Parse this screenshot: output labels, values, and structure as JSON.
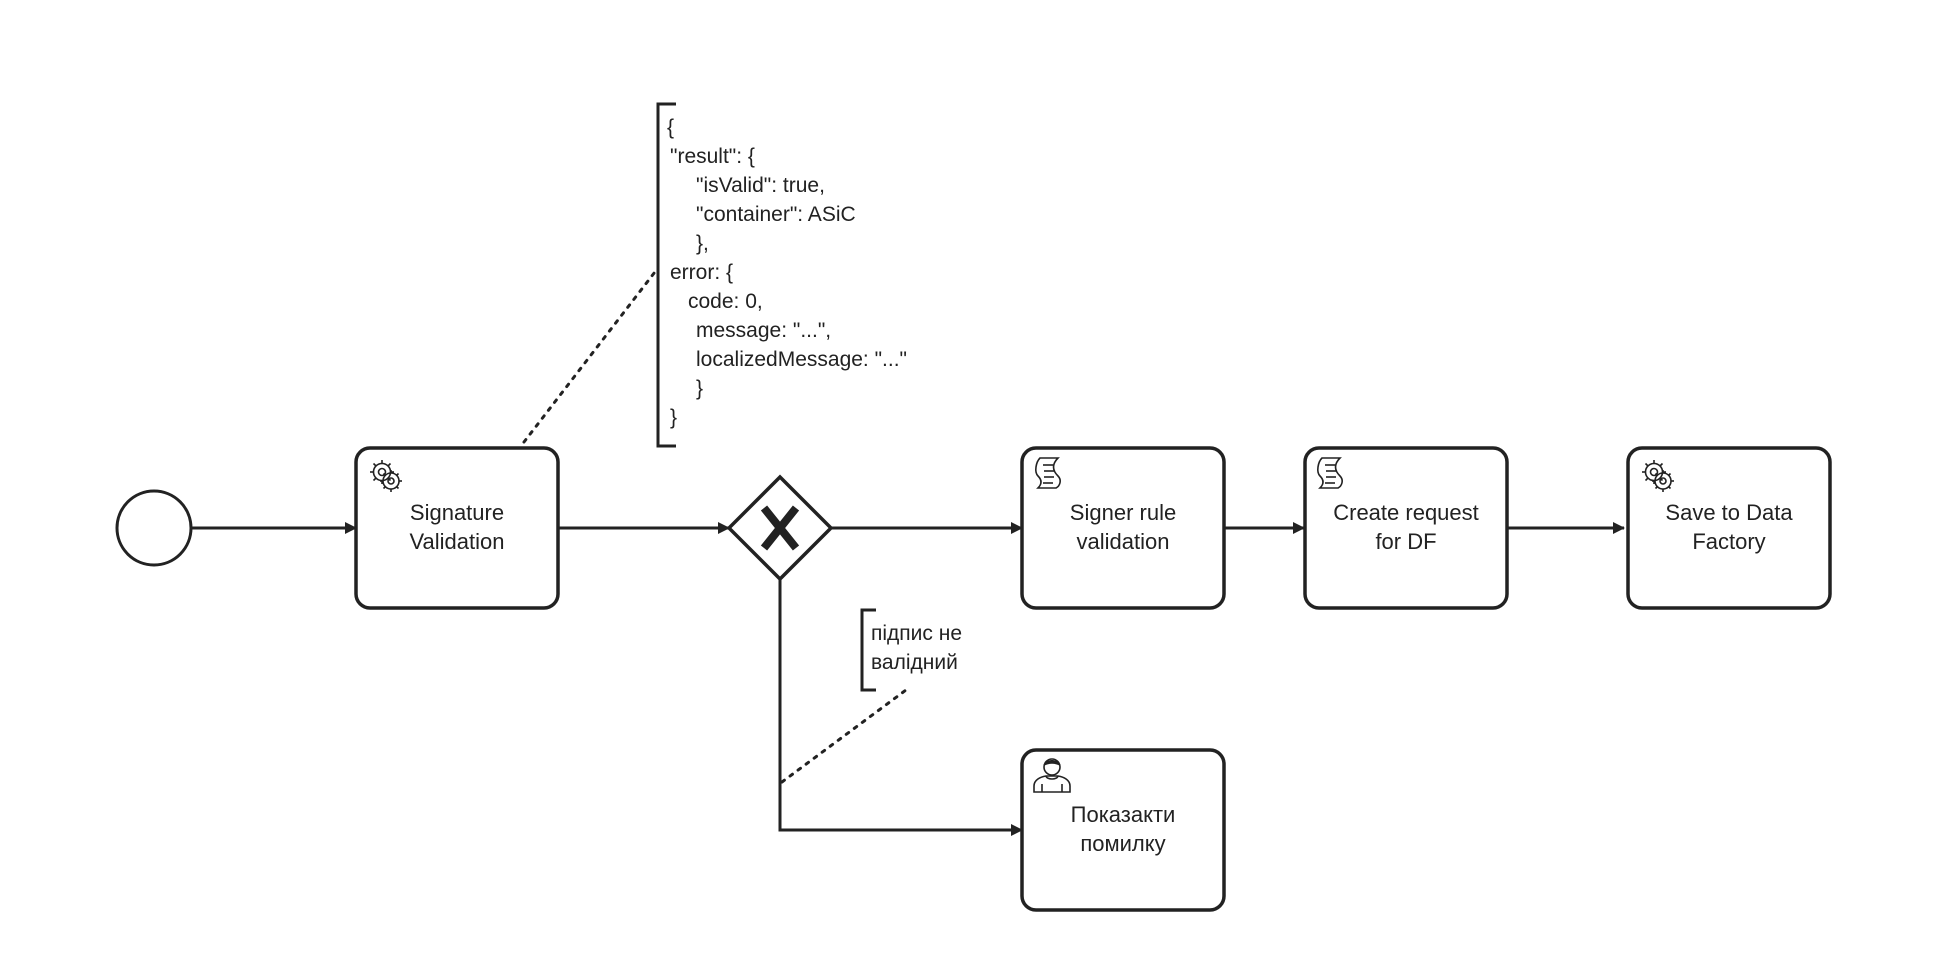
{
  "diagram": {
    "start_event": {
      "label": ""
    },
    "tasks": {
      "signature_validation": {
        "type": "service",
        "line1": "Signature",
        "line2": "Validation"
      },
      "signer_rule_validation": {
        "type": "script",
        "line1": "Signer rule",
        "line2": "validation"
      },
      "create_request_df": {
        "type": "script",
        "line1": "Create request",
        "line2": "for DF"
      },
      "save_to_data_factory": {
        "type": "service",
        "line1": "Save to Data",
        "line2": "Factory"
      },
      "show_error": {
        "type": "user",
        "line1": "Показакти",
        "line2": "помилку"
      }
    },
    "gateway": {
      "type": "exclusive",
      "symbol": "X"
    },
    "annotations": {
      "result_json": {
        "lines": [
          "{",
          "\"result\": {",
          "\"isValid\": true,",
          "\"container\": ASiC",
          "},",
          "error: {",
          "code: 0,",
          "message: \"...\",",
          "localizedMessage: \"...\"",
          "}",
          "}"
        ]
      },
      "invalid_signature": {
        "lines": [
          "підпис не",
          "валідний"
        ]
      }
    },
    "icons": {
      "service": "gear-icon",
      "script": "script-icon",
      "user": "user-icon"
    }
  }
}
